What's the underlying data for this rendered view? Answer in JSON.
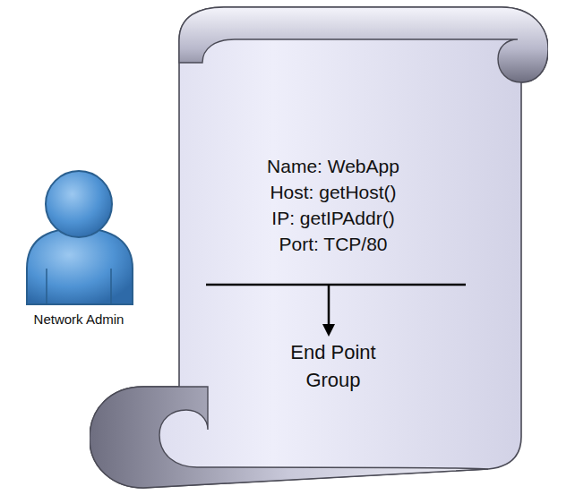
{
  "diagram": {
    "nodes": [
      {
        "text": [
          "Name: WebApp",
          "Host: getHost()",
          "IP: getIPAddr()",
          "Port: TCP/80",
          "End Point Group"
        ]
      }
    ],
    "labels": [
      "Network Admin"
    ]
  }
}
